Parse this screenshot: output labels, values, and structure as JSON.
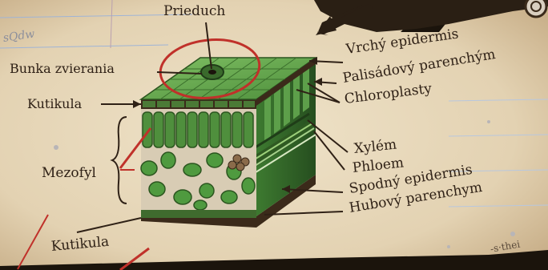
{
  "diagram": {
    "labels": {
      "prieduch": "Prieduch",
      "bunka_zvierania": "Bunka zvierania",
      "kutikula_upper": "Kutikula",
      "mezofyl": "Mezofyl",
      "kutikula_lower": "Kutikula",
      "vrchy_epidermis": "Vrchý epidermis",
      "palisadovy_parenchym": "Palisádový parenchým",
      "chloroplasty": "Chloroplasty",
      "xylem": "Xylém",
      "phloem": "Phloem",
      "spodny_epidermis": "Spodný epidermis",
      "hubovy_parenchym": "Hubový parenchym"
    },
    "scribbles": {
      "top_left": "sQdw",
      "bottom_right": "-s·thei"
    }
  },
  "colors": {
    "paper": "#e6d7bc",
    "ink": "#2f2116",
    "leaf_green": "#5a9a45",
    "dark_green": "#2e5f25",
    "red_marker": "#c0312a",
    "background": "#1b140c"
  }
}
